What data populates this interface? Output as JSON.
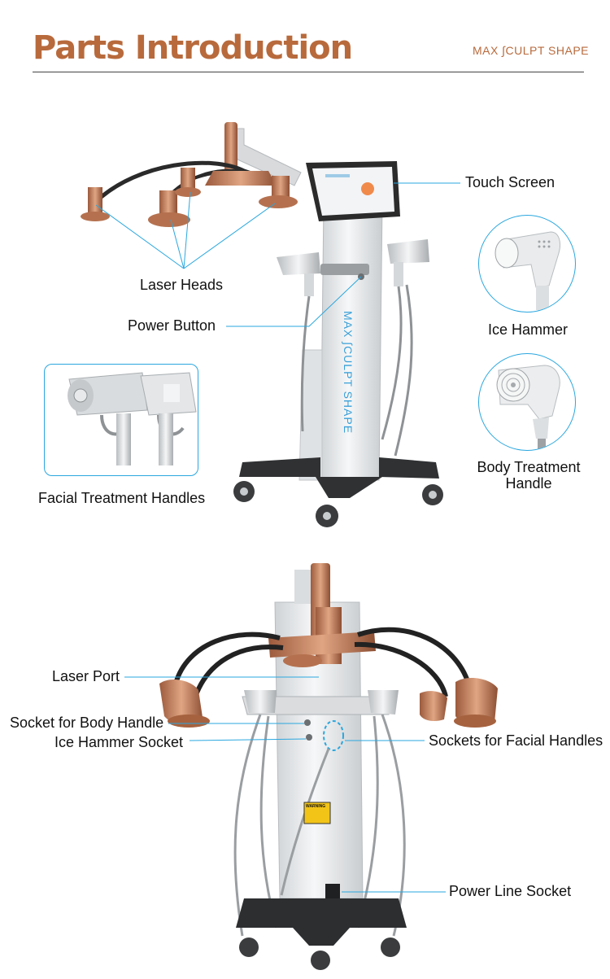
{
  "header": {
    "title": "Parts Introduction",
    "brand": "MAX ∫CULPT SHAPE"
  },
  "machine_brand_text": "MAX ∫CULPT SHAPE",
  "top_labels": {
    "touch_screen": "Touch Screen",
    "laser_heads": "Laser Heads",
    "power_button": "Power Button",
    "ice_hammer": "Ice Hammer",
    "facial_treatment_handles": "Facial Treatment Handles",
    "body_treatment_handle_line1": "Body Treatment",
    "body_treatment_handle_line2": "Handle"
  },
  "bottom_labels": {
    "laser_port": "Laser Port",
    "socket_body_handle": "Socket for Body Handle",
    "ice_hammer_socket": "Ice Hammer Socket",
    "sockets_facial_handles": "Sockets for Facial Handles",
    "power_line_socket": "Power Line Socket",
    "warning_tag": "WARNING"
  },
  "colors": {
    "accent": "#b86a3c",
    "callout_line": "#2aa7df",
    "copper": "#c58563",
    "machine_body": "#e6e8ea"
  }
}
